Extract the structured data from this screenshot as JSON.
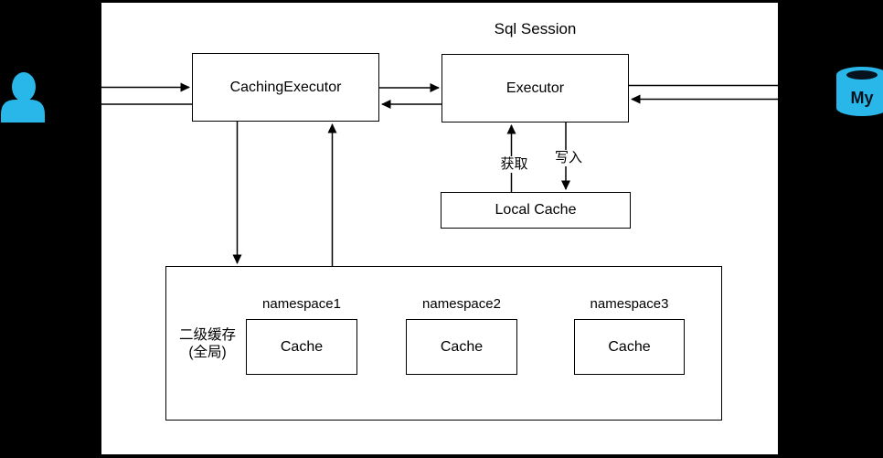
{
  "diagram": {
    "session_title": "Sql Session",
    "nodes": {
      "caching_executor": "CachingExecutor",
      "executor": "Executor",
      "local_cache": "Local Cache"
    },
    "second_level_cache": {
      "label_line1": "二级缓存",
      "label_line2": "(全局)",
      "namespaces": [
        {
          "label": "namespace1",
          "cache": "Cache"
        },
        {
          "label": "namespace2",
          "cache": "Cache"
        },
        {
          "label": "namespace3",
          "cache": "Cache"
        }
      ]
    },
    "edge_labels": {
      "fetch": "获取",
      "write": "写入"
    },
    "icons": {
      "user": "user-icon",
      "database": "mysql-database-icon",
      "database_text": "My"
    },
    "colors": {
      "icon_blue": "#29b6e8",
      "line": "#000000",
      "canvas_bg": "#ffffff",
      "outer_bg": "#000000"
    }
  }
}
